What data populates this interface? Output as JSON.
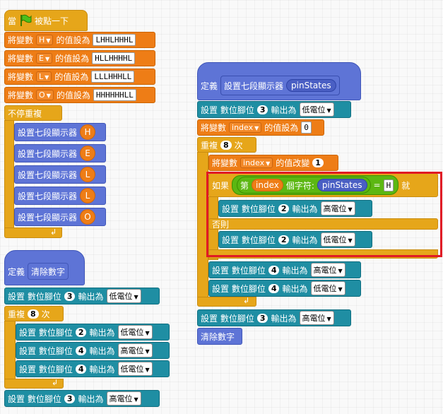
{
  "colors": {
    "event": "#e6a61a",
    "var": "#ee7d16",
    "more": "#5e74d6",
    "pin": "#1f8ea3",
    "operator": "#5cb712",
    "highlight": "#e01a24"
  },
  "script1": {
    "when_label": "當",
    "flag_icon": "green-flag-icon",
    "clicked_label": "被點一下",
    "sets": [
      {
        "prefix": "將變數",
        "var": "H",
        "suffix": "的值設為",
        "value": "LHHLHHHL"
      },
      {
        "prefix": "將變數",
        "var": "E",
        "suffix": "的值設為",
        "value": "HLLHHHHL"
      },
      {
        "prefix": "將變數",
        "var": "L",
        "suffix": "的值設為",
        "value": "LLLHHHLL"
      },
      {
        "prefix": "將變數",
        "var": "O",
        "suffix": "的值設為",
        "value": "HHHHHHLL"
      }
    ],
    "forever_label": "不停重複",
    "calls": [
      {
        "label": "設置七段顯示器",
        "arg": "H"
      },
      {
        "label": "設置七段顯示器",
        "arg": "E"
      },
      {
        "label": "設置七段顯示器",
        "arg": "L"
      },
      {
        "label": "設置七段顯示器",
        "arg": "L"
      },
      {
        "label": "設置七段顯示器",
        "arg": "O"
      }
    ]
  },
  "script2": {
    "define_label": "定義",
    "name": "清除數字",
    "set_pin": {
      "label": "設置 數位腳位",
      "pin": "3",
      "mid": "輸出為",
      "value": "低電位"
    },
    "repeat_label": "重複",
    "repeat_count": "8",
    "repeat_suffix": "次",
    "inner": [
      {
        "label": "設置 數位腳位",
        "pin": "2",
        "mid": "輸出為",
        "value": "低電位"
      },
      {
        "label": "設置 數位腳位",
        "pin": "4",
        "mid": "輸出為",
        "value": "高電位"
      },
      {
        "label": "設置 數位腳位",
        "pin": "4",
        "mid": "輸出為",
        "value": "低電位"
      }
    ],
    "final": {
      "label": "設置 數位腳位",
      "pin": "3",
      "mid": "輸出為",
      "value": "高電位"
    }
  },
  "script3": {
    "define_label": "定義",
    "name": "設置七段顯示器",
    "param": "pinStates",
    "set_pin": {
      "label": "設置 數位腳位",
      "pin": "3",
      "mid": "輸出為",
      "value": "低電位"
    },
    "set_var": {
      "prefix": "將變數",
      "var": "index",
      "suffix": "的值設為",
      "value": "0"
    },
    "repeat_label": "重複",
    "repeat_count": "8",
    "repeat_suffix": "次",
    "change_var": {
      "prefix": "將變數",
      "var": "index",
      "suffix": "的值改變",
      "value": "1"
    },
    "if_label": "如果",
    "cond": {
      "nth": "第",
      "index": "index",
      "chars": "個字符:",
      "param": "pinStates",
      "eq": "=",
      "cmp": "H"
    },
    "then_label": "就",
    "then_block": {
      "label": "設置 數位腳位",
      "pin": "2",
      "mid": "輸出為",
      "value": "高電位"
    },
    "else_label": "否則",
    "else_block": {
      "label": "設置 數位腳位",
      "pin": "2",
      "mid": "輸出為",
      "value": "低電位"
    },
    "after": [
      {
        "label": "設置 數位腳位",
        "pin": "4",
        "mid": "輸出為",
        "value": "高電位"
      },
      {
        "label": "設置 數位腳位",
        "pin": "4",
        "mid": "輸出為",
        "value": "低電位"
      }
    ],
    "final": {
      "label": "設置 數位腳位",
      "pin": "3",
      "mid": "輸出為",
      "value": "高電位"
    },
    "call": "清除數字"
  },
  "loop_icon": "loop-arrow-icon"
}
